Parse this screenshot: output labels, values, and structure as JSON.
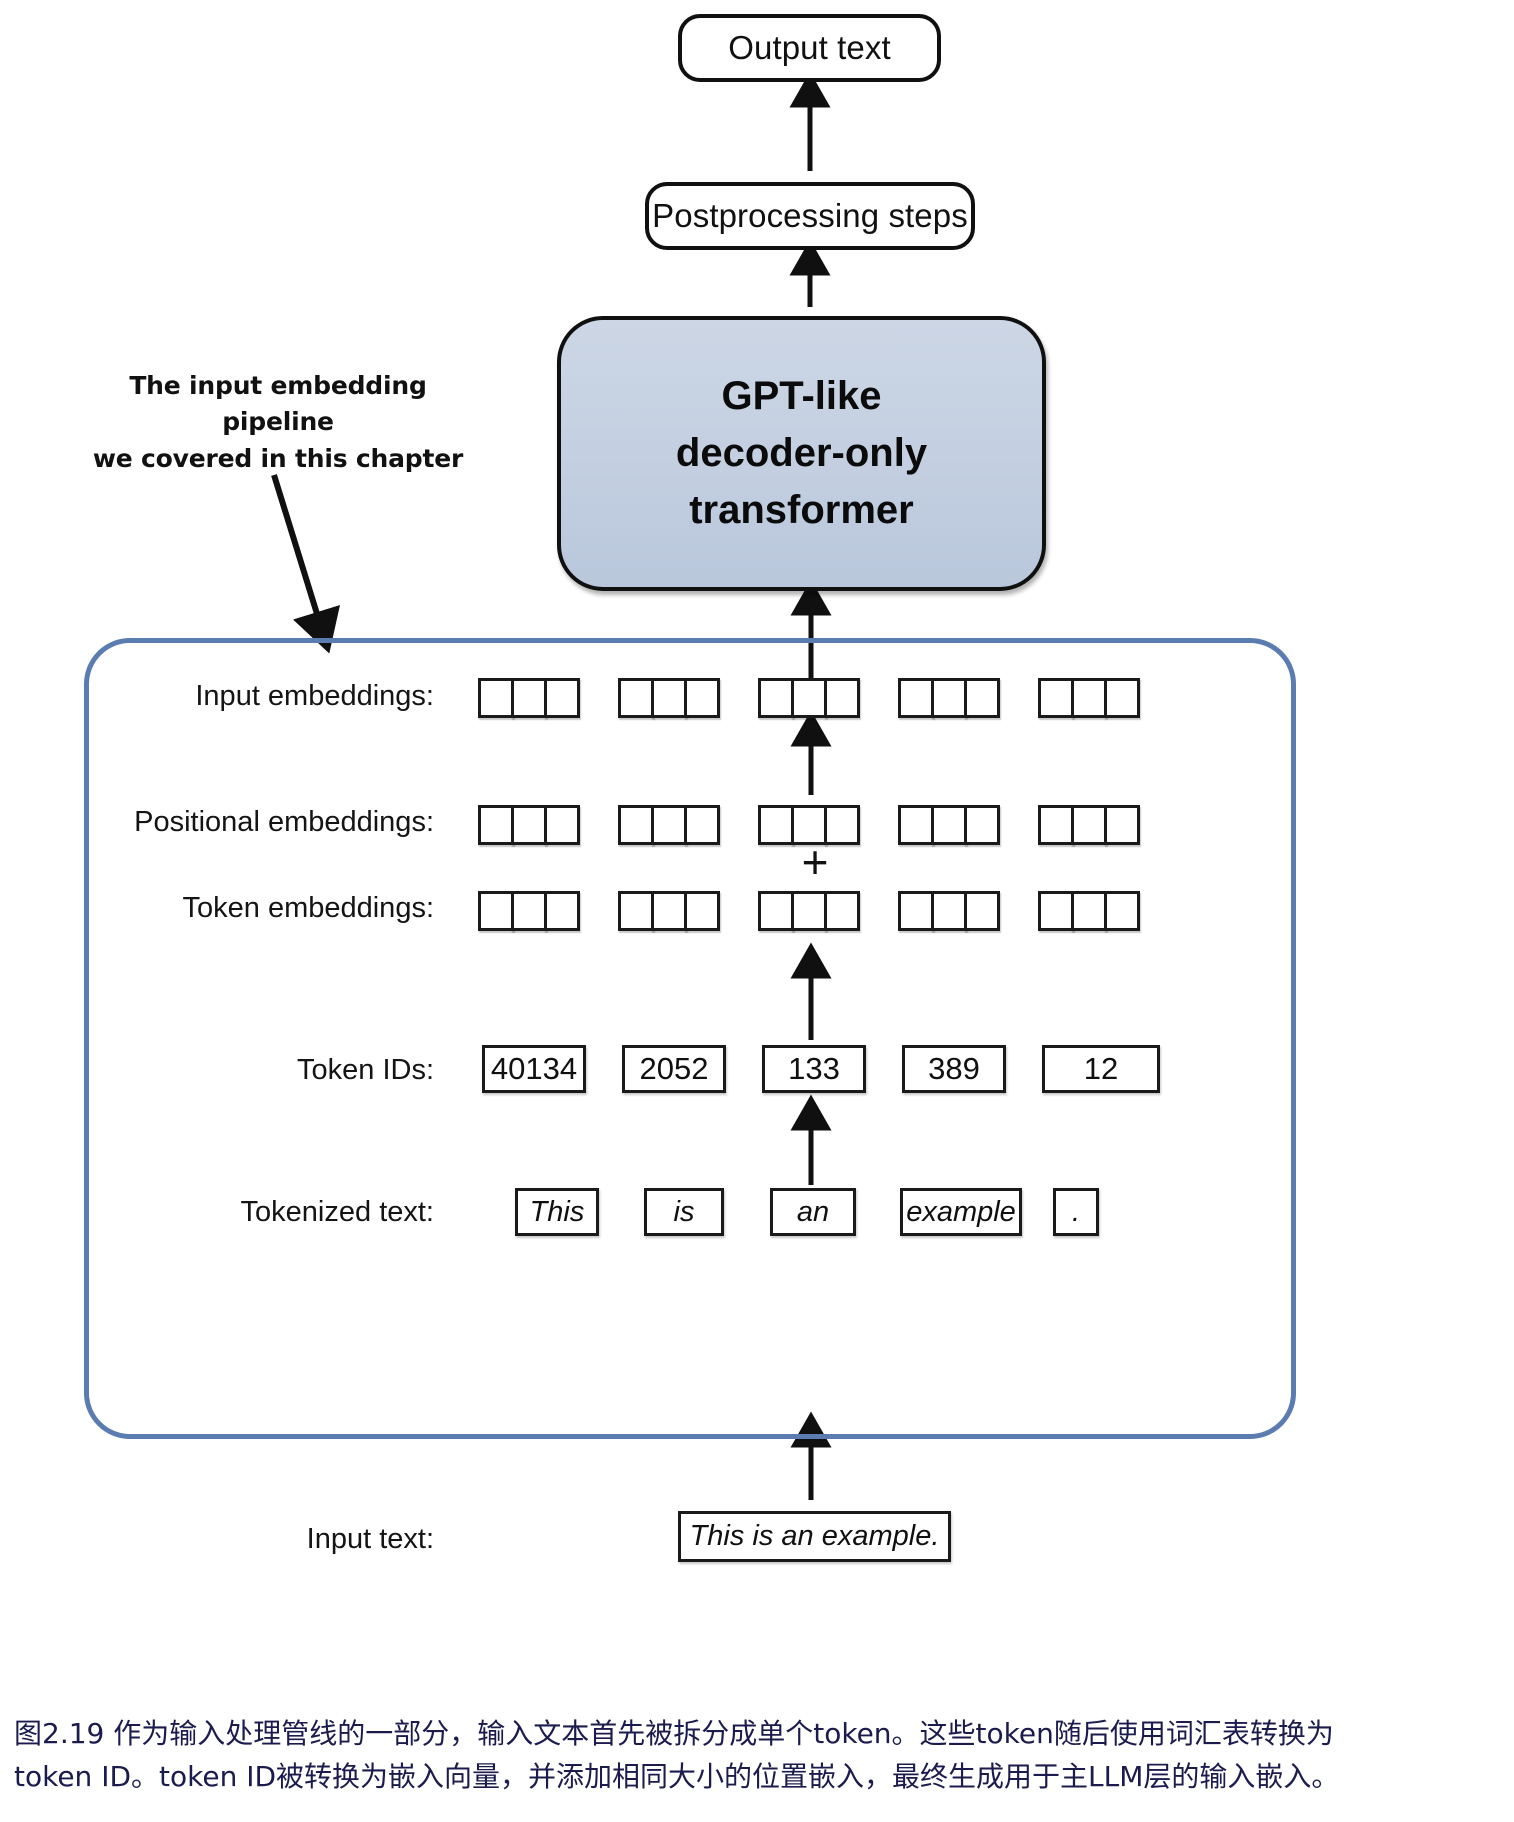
{
  "diagram": {
    "output_box": {
      "label": "Output text"
    },
    "postprocessing_box": {
      "label": "Postprocessing steps"
    },
    "model_box": {
      "line1": "GPT-like",
      "line2": "decoder-only",
      "line3": "transformer",
      "fill_color": "#c5d0e0"
    },
    "annotation": {
      "line1": "The input embedding pipeline",
      "line2": "we covered in this chapter"
    },
    "pipeline_container": {
      "border_color": "#5a7cb0"
    },
    "plus_symbol": "+",
    "rows": [
      {
        "name": "input-embeddings",
        "label": "Input embeddings:",
        "type": "embedding-cells",
        "groups": 5,
        "cells_per_group": 3
      },
      {
        "name": "positional-embeddings",
        "label": "Positional embeddings:",
        "type": "embedding-cells",
        "groups": 5,
        "cells_per_group": 3
      },
      {
        "name": "token-embeddings",
        "label": "Token embeddings:",
        "type": "embedding-cells",
        "groups": 5,
        "cells_per_group": 3
      },
      {
        "name": "token-ids",
        "label": "Token IDs:",
        "type": "values",
        "values": [
          "40134",
          "2052",
          "133",
          "389",
          "12"
        ]
      },
      {
        "name": "tokenized-text",
        "label": "Tokenized text:",
        "type": "values",
        "values": [
          "This",
          "is",
          "an",
          "example",
          "."
        ]
      },
      {
        "name": "input-text",
        "label": "Input text:",
        "type": "single-value",
        "values": [
          "This is an example."
        ]
      }
    ]
  },
  "caption": {
    "line1": "图2.19 作为输入处理管线的一部分，输入文本首先被拆分成单个token。这些token随后使用词汇表转换为",
    "line2": "token ID。token ID被转换为嵌入向量，并添加相同大小的位置嵌入，最终生成用于主LLM层的输入嵌入。"
  }
}
